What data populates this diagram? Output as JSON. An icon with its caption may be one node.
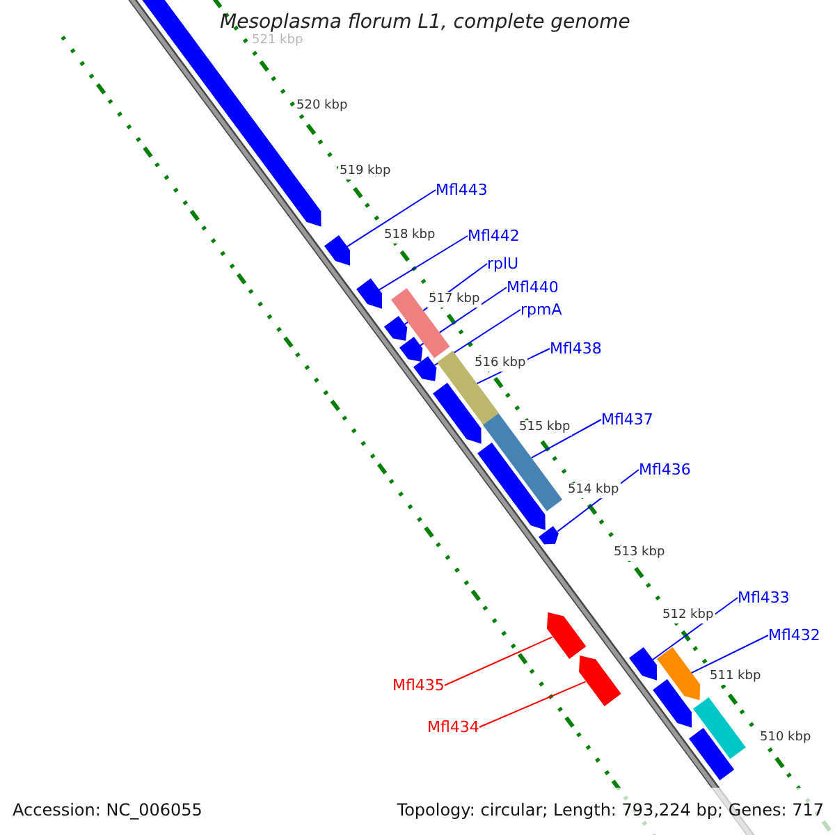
{
  "diagram": {
    "title": "Mesoplasma florum L1, complete genome",
    "nodes": [
      {
        "text": [
          "Mfl443"
        ]
      },
      {
        "text": [
          "Mfl442"
        ]
      },
      {
        "text": [
          "rplU"
        ]
      },
      {
        "text": [
          "Mfl440"
        ]
      },
      {
        "text": [
          "rpmA"
        ]
      },
      {
        "text": [
          "Mfl438"
        ]
      },
      {
        "text": [
          "Mfl437"
        ]
      },
      {
        "text": [
          "Mfl436"
        ]
      },
      {
        "text": [
          "Mfl433"
        ]
      },
      {
        "text": [
          "Mfl432"
        ]
      },
      {
        "text": [
          "Mfl435"
        ]
      },
      {
        "text": [
          "Mfl434"
        ]
      },
      {
        "text": [],
        "shape": "bar"
      },
      {
        "text": [],
        "shape": "bar"
      },
      {
        "text": [],
        "shape": "bar"
      },
      {
        "text": [],
        "shape": "bar"
      },
      {
        "text": [],
        "shape": "bar"
      },
      {
        "text": [],
        "shape": "bar"
      },
      {
        "text": [],
        "shape": "bar"
      },
      {
        "text": [],
        "shape": "bar"
      },
      {
        "text": [],
        "shape": "bar"
      },
      {
        "text": [],
        "shape": "bar"
      },
      {
        "text": [],
        "shape": "bar"
      },
      {
        "text": [],
        "shape": "bar"
      },
      {
        "text": [],
        "shape": "bar"
      },
      {
        "text": [],
        "shape": "bar"
      },
      {
        "text": [],
        "shape": "bar"
      },
      {
        "text": [],
        "shape": "bar"
      },
      {
        "text": [],
        "shape": "bar"
      },
      {
        "text": [],
        "shape": "bar"
      },
      {
        "text": [],
        "shape": "bar"
      }
    ],
    "edges": [
      {
        "from": 0,
        "to": 12,
        "arrow": "none"
      },
      {
        "from": 1,
        "to": 13,
        "arrow": "none"
      },
      {
        "from": 2,
        "to": 14,
        "arrow": "none"
      },
      {
        "from": 3,
        "to": 15,
        "arrow": "none"
      },
      {
        "from": 4,
        "to": 16,
        "arrow": "none"
      },
      {
        "from": 5,
        "to": 26,
        "arrow": "none"
      },
      {
        "from": 6,
        "to": 27,
        "arrow": "none"
      },
      {
        "from": 7,
        "to": 19,
        "arrow": "none"
      },
      {
        "from": 8,
        "to": 20,
        "arrow": "none"
      },
      {
        "from": 9,
        "to": 21,
        "arrow": "none"
      },
      {
        "from": 10,
        "to": 22,
        "arrow": "none",
        "color": "#ff0000"
      },
      {
        "from": 11,
        "to": 23,
        "arrow": "none",
        "color": "#ff0000"
      }
    ],
    "labels": [
      "521 kbp",
      "520 kbp",
      "519 kbp",
      "518 kbp",
      "517 kbp",
      "516 kbp",
      "515 kbp",
      "514 kbp",
      "513 kbp",
      "512 kbp",
      "511 kbp",
      "510 kbp",
      "Accession: NC_006055",
      "Topology: circular; Length: 793,224 bp; Genes: 717"
    ]
  }
}
